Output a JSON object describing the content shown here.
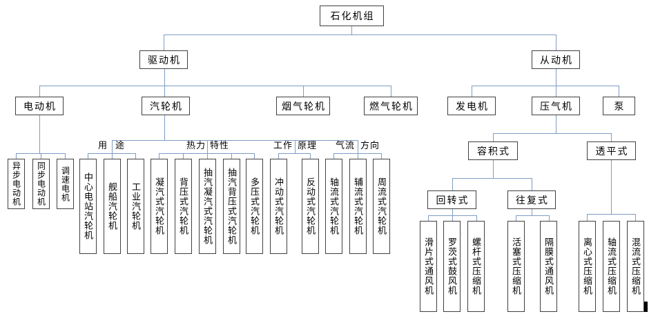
{
  "chart": {
    "root": "石化机组",
    "driver": {
      "label": "驱动机",
      "motor": {
        "label": "电动机",
        "children": [
          "异步电动机",
          "同步电动机",
          "调速电机"
        ]
      },
      "steam_turbine": {
        "label": "汽轮机",
        "groups": [
          {
            "label_left": "用",
            "label_right": "途",
            "children": [
              "中心电站汽轮机",
              "舰船汽轮机",
              "工业汽轮机"
            ]
          },
          {
            "label_left": "热力",
            "label_right": "特性",
            "children": [
              "凝汽式汽轮机",
              "背压式汽轮机",
              "抽汽凝汽式汽轮机",
              "抽汽背压式汽轮机",
              "多压式汽轮机"
            ]
          },
          {
            "label_left": "工作",
            "label_right": "原理",
            "children": [
              "冲动式汽轮机",
              "反动式汽轮机"
            ]
          },
          {
            "label_left": "气流",
            "label_right": "方向",
            "children": [
              "轴流式汽轮机",
              "辅流式汽轮机",
              "周流式汽轮机"
            ]
          }
        ]
      },
      "flue_gas_turbine": "烟气轮机",
      "gas_turbine": "燃气轮机"
    },
    "driven": {
      "label": "从动机",
      "generator": "发电机",
      "compressor": {
        "label": "压气机",
        "positive_displacement": {
          "label": "容积式",
          "rotary": {
            "label": "回转式",
            "children": [
              "滑片式通风机",
              "罗茨式鼓风机",
              "螺杆式压缩机"
            ]
          },
          "reciprocating": {
            "label": "往复式",
            "children": [
              "活塞式压缩机",
              "隔膜式通风机"
            ]
          }
        },
        "turbo": {
          "label": "透平式",
          "children": [
            "离心式压缩机",
            "轴流式压缩机",
            "混流式压缩机"
          ]
        }
      },
      "pump": "泵"
    }
  },
  "colors": {
    "connector": "#7e9bc4",
    "box_border": "#3f3f3f",
    "text": "#000000",
    "background": "#ffffff"
  }
}
